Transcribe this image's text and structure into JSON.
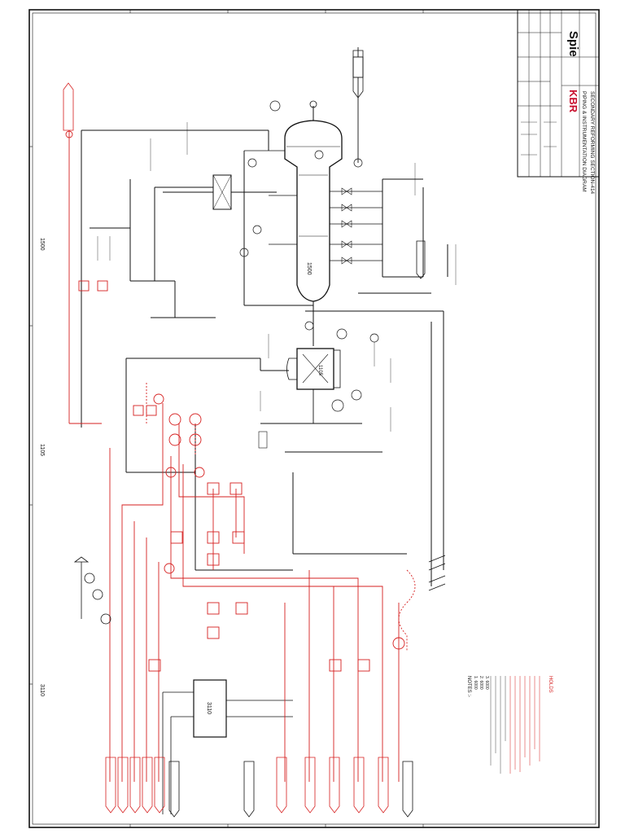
{
  "title_block": {
    "company": "KBR",
    "client": "Spie",
    "title_line1": "PIPING & INSTRUMENTATION DIAGRAM",
    "title_line2": "SECONDARY REFORMING SECTION-414"
  },
  "equipment": {
    "reformer_tag": "1500",
    "exchanger_tag": "1105",
    "package_tag": "3110"
  },
  "section_labels": {
    "left_top": "1500",
    "left_mid": "1105",
    "left_bottom": "3110"
  },
  "notes": {
    "heading": "NOTES :-",
    "items": [
      "1. 6000",
      "2. 6000",
      "3. 6000"
    ],
    "holds_heading": "HOLDS"
  },
  "colors": {
    "process": "#111111",
    "revision_cloud": "#d61f1f",
    "background": "#ffffff"
  }
}
